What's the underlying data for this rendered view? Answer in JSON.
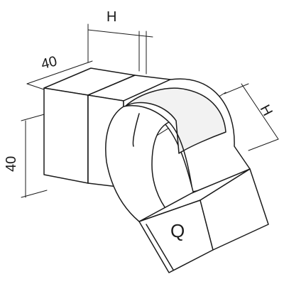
{
  "dimensions": {
    "width_label": "40",
    "height_label": "40",
    "offset_top_label": "H",
    "offset_side_label": "H"
  },
  "logo": {
    "icon": "q-quality-mark-icon",
    "text": "Q"
  }
}
